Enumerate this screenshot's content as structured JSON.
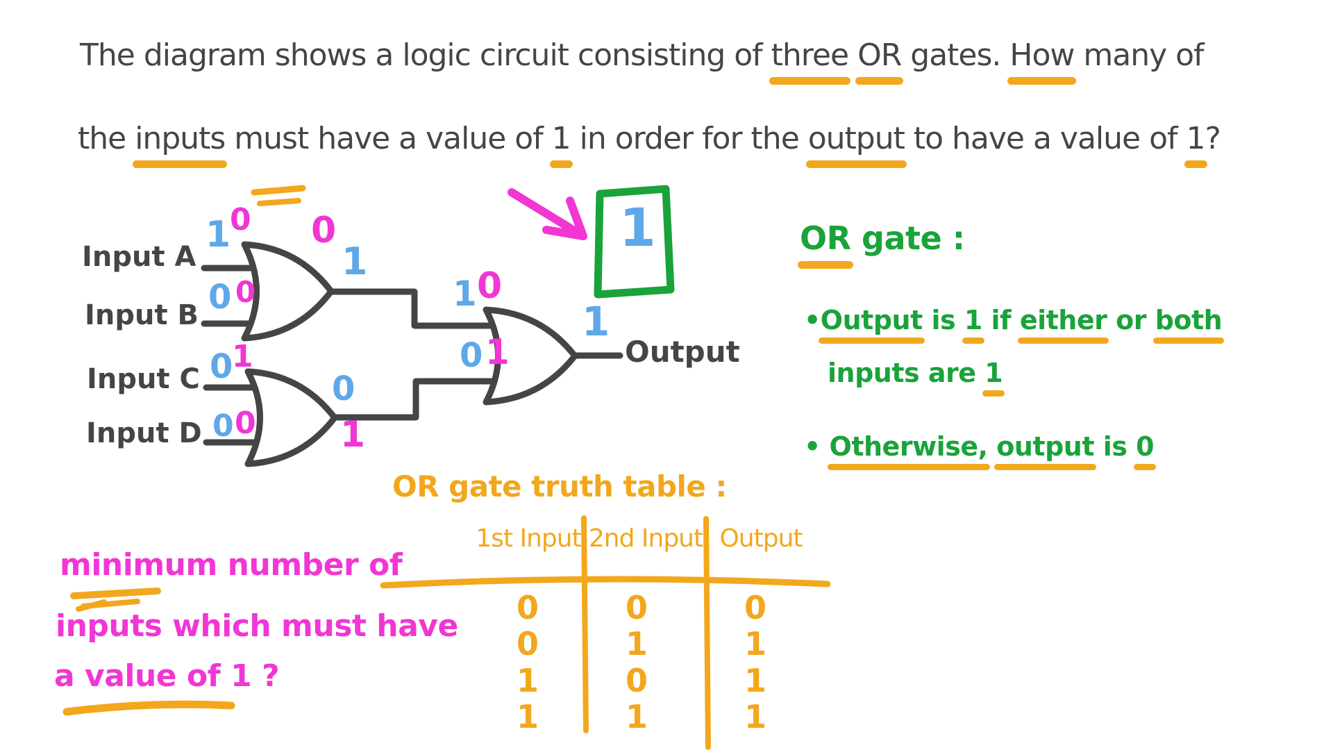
{
  "colors": {
    "ink": "#454545",
    "value_blue": "#5FA8E8",
    "changed_pink": "#F136D4",
    "note_green": "#1AA33A",
    "highlight_orange": "#F2A71C"
  },
  "question": {
    "line1": [
      "The diagram shows a logic circuit consisting of ",
      "three",
      " ",
      "OR",
      " gates. ",
      "How",
      " many of"
    ],
    "line2": [
      "the ",
      "inputs",
      " must have a value of ",
      "1",
      " in order for the ",
      "output",
      " to have a value of ",
      "1",
      "?"
    ]
  },
  "circuit": {
    "inputs": [
      {
        "label": "Input A",
        "value": "1",
        "new_value": "0"
      },
      {
        "label": "Input B",
        "value": "0",
        "new_value": "0"
      },
      {
        "label": "Input C",
        "value": "0",
        "new_value": "1"
      },
      {
        "label": "Input D",
        "value": "0",
        "new_value": "0"
      }
    ],
    "gate1_output": {
      "value": "1",
      "new_value": "0"
    },
    "gate2_output": {
      "value": "0",
      "new_value": "1"
    },
    "gate3_top_input": {
      "value": "1",
      "new_value": "0"
    },
    "gate3_bottom_input": {
      "value": "0",
      "new_value": "1"
    },
    "final_output_value": "1",
    "boxed_output_value": "1",
    "output_label": "Output"
  },
  "or_note": {
    "heading": [
      "OR",
      " gate :"
    ],
    "bullet": "•",
    "b1_line1": [
      "Output",
      " is ",
      "1",
      " if ",
      "either",
      " or ",
      "both"
    ],
    "b1_line2": [
      "inputs are ",
      "1"
    ],
    "b2": [
      "Otherwise,",
      " ",
      "output",
      " is ",
      "0"
    ]
  },
  "truth_table": {
    "title": "OR gate truth table :",
    "headers": [
      "1st Input",
      "2nd Input",
      "Output"
    ],
    "rows": [
      [
        "0",
        "0",
        "0"
      ],
      [
        "0",
        "1",
        "1"
      ],
      [
        "1",
        "0",
        "1"
      ],
      [
        "1",
        "1",
        "1"
      ]
    ]
  },
  "min_note": {
    "line1": "minimum number of",
    "line2": "inputs which must have",
    "line3": "a value of 1 ?"
  }
}
